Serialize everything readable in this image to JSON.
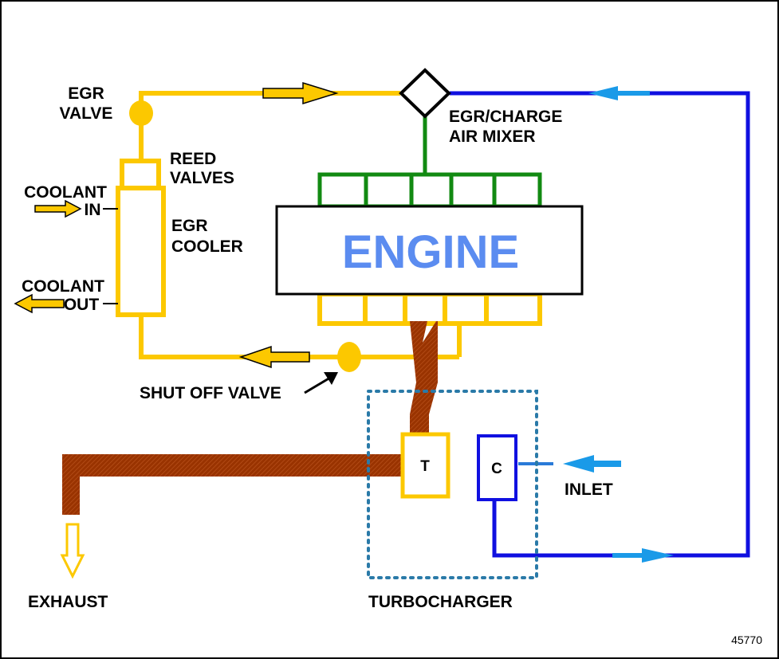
{
  "labels": {
    "egr_valve_line1": "EGR",
    "egr_valve_line2": "VALVE",
    "reed_valves_line1": "REED",
    "reed_valves_line2": "VALVES",
    "coolant_in_line1": "COOLANT",
    "coolant_in_line2": "IN",
    "egr_cooler_line1": "EGR",
    "egr_cooler_line2": "COOLER",
    "coolant_out_line1": "COOLANT",
    "coolant_out_line2": "OUT",
    "mixer_line1": "EGR/CHARGE",
    "mixer_line2": "AIR MIXER",
    "engine": "ENGINE",
    "shut_off_valve": "SHUT OFF VALVE",
    "turbine": "T",
    "compressor": "C",
    "inlet": "INLET",
    "exhaust": "EXHAUST",
    "turbocharger": "TURBOCHARGER",
    "figure_number": "45770"
  },
  "colors": {
    "egr_path": "#fcc800",
    "charge_air_path": "#1010e0",
    "charge_air_arrow": "#1a9ae8",
    "intake_manifold": "#128a12",
    "exhaust_path": "#993300",
    "engine_text": "#5b8cf0",
    "turbo_boundary": "#2a7aa8",
    "outline": "#000000"
  }
}
